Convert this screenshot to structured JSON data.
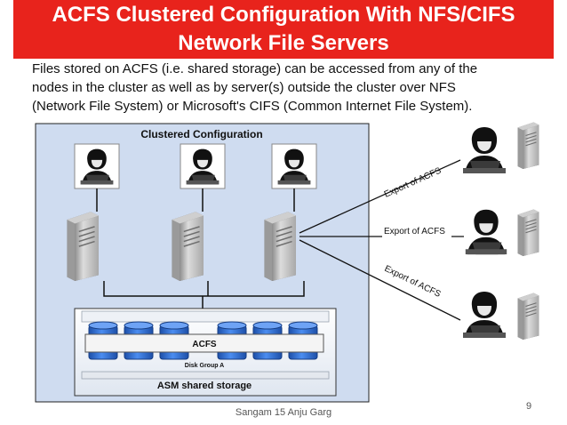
{
  "slide": {
    "title_line1": "ACFS Clustered Configuration With NFS/CIFS",
    "title_line2": "Network File Servers",
    "description": [
      "Files stored on ACFS (i.e. shared storage) can be accessed from any of the",
      "nodes in the cluster as well as by server(s) outside the cluster over NFS",
      "(Network File System) or Microsoft's CIFS (Common Internet File System)."
    ],
    "footer": "Sangam 15    Anju Garg",
    "page_number": "9"
  },
  "diagram": {
    "cluster_label": "Clustered Configuration",
    "acfs_label": "ACFS",
    "disk_group_label": "Disk Group A",
    "storage_label": "ASM  shared storage",
    "export_labels": [
      "Export of ACFS",
      "Export of ACFS",
      "Export of ACFS"
    ]
  },
  "colors": {
    "title_bg": "#e8231c",
    "cluster_bg": "#cfdcf0",
    "disk_blue": "#2f6fd6",
    "server_gray": "#b8b8b8"
  }
}
